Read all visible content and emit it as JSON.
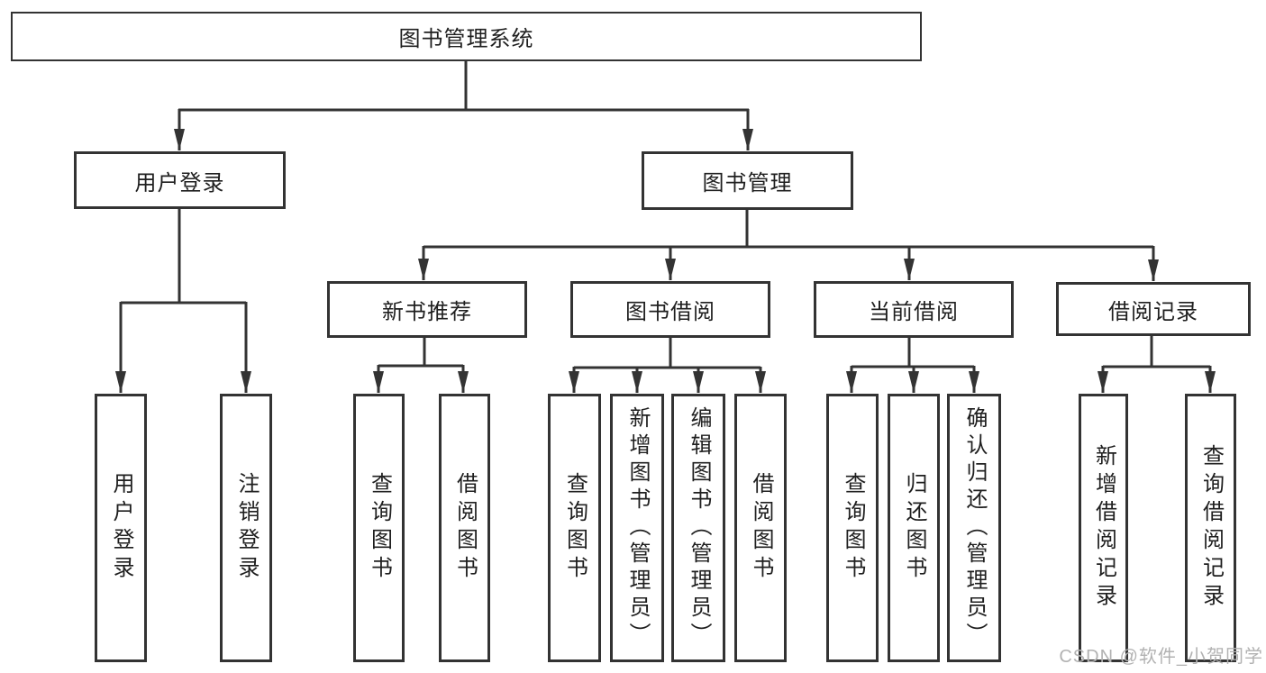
{
  "diagram": {
    "root": {
      "label": "图书管理系统"
    },
    "level2": [
      {
        "label": "用户登录"
      },
      {
        "label": "图书管理"
      }
    ],
    "level3": [
      {
        "label": "新书推荐"
      },
      {
        "label": "图书借阅"
      },
      {
        "label": "当前借阅"
      },
      {
        "label": "借阅记录"
      }
    ],
    "leaves": {
      "user_login": [
        "用户登录",
        "注销登录"
      ],
      "new_book_recommend": [
        "查询图书",
        "借阅图书"
      ],
      "book_borrowing": [
        "查询图书",
        "新增图书（管理员）",
        "编辑图书（管理员）",
        "借阅图书"
      ],
      "current_borrowing": [
        "查询图书",
        "归还图书",
        "确认归还（管理员）"
      ],
      "borrowing_records": [
        "新增借阅记录",
        "查询借阅记录"
      ]
    },
    "colors": {
      "line": "#333333",
      "text": "#1f1f1f",
      "watermark": "#b2b2b2"
    }
  },
  "watermark": {
    "text": "CSDN @软件_小贺同学"
  }
}
